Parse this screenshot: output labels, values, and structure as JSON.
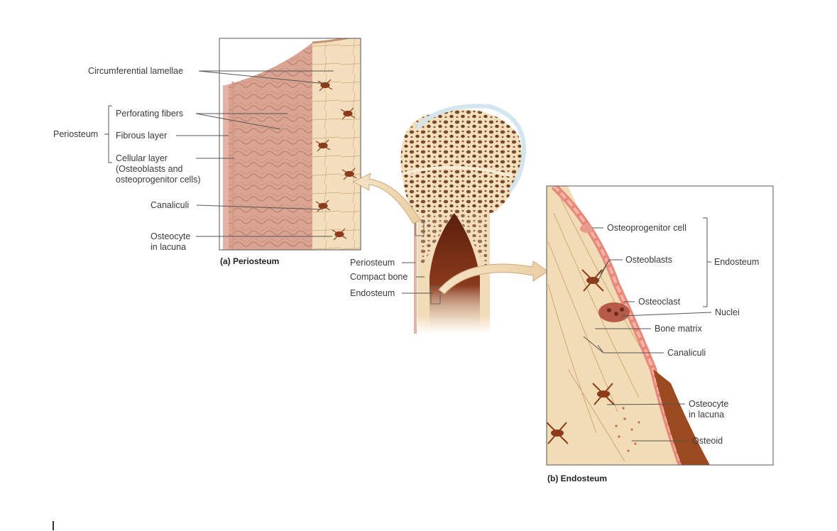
{
  "colors": {
    "accent": "#a5561f",
    "bone_matrix": "#f1dcb8",
    "periosteum_tissue": "#d9a08f",
    "marrow": "#7a2e14",
    "leader_lines": "#555555",
    "cartilage": "#d3e6ef"
  },
  "periosteum_panel": {
    "caption": "(a) Periosteum",
    "circumferential_lamellae": "Circumferential lamellae",
    "periosteum_group": "Periosteum",
    "perforating_fibers": "Perforating fibers",
    "fibrous_layer": "Fibrous layer",
    "cellular_layer_line1": "Cellular layer",
    "cellular_layer_line2": "(Osteoblasts and",
    "cellular_layer_line3": "osteoprogenitor cells)",
    "canaliculi": "Canaliculi",
    "osteocyte_line1": "Osteocyte",
    "osteocyte_line2": "in lacuna"
  },
  "bone_center": {
    "periosteum": "Periosteum",
    "compact_bone": "Compact bone",
    "endosteum": "Endosteum"
  },
  "endosteum_panel": {
    "caption": "(b) Endosteum",
    "osteoprogenitor_cell": "Osteoprogenitor cell",
    "osteoblasts": "Osteoblasts",
    "endosteum_group": "Endosteum",
    "osteoclast": "Osteoclast",
    "nuclei": "Nuclei",
    "bone_matrix": "Bone matrix",
    "canaliculi": "Canaliculi",
    "osteocyte_line1": "Osteocyte",
    "osteocyte_line2": "in lacuna",
    "osteoid": "Osteoid"
  }
}
